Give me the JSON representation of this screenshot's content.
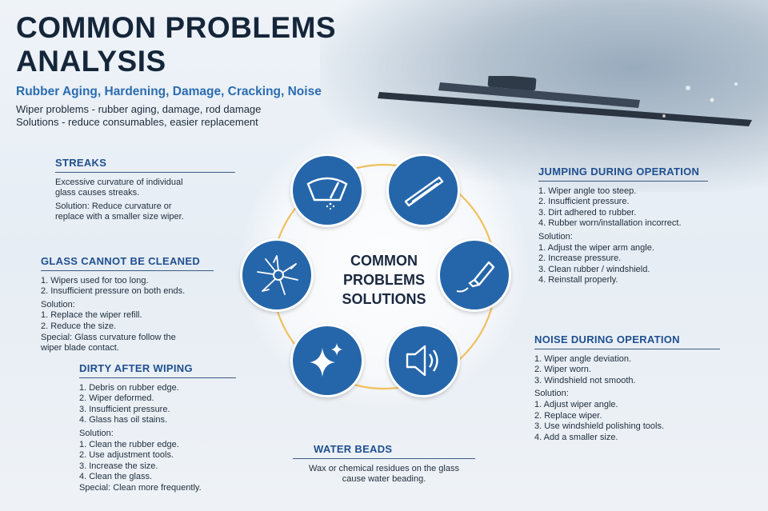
{
  "header": {
    "title_line1": "COMMON PROBLEMS",
    "title_line2": "ANALYSIS",
    "subtitle": "Rubber Aging, Hardening, Damage, Cracking, Noise",
    "intro_line1": "Wiper problems - rubber aging, damage, rod damage",
    "intro_line2": "Solutions - reduce consumables, easier replacement"
  },
  "center": {
    "line1": "COMMON",
    "line2": "PROBLEMS",
    "line3": "SOLUTIONS"
  },
  "icons": [
    "wiper-spray-icon",
    "wiper-blade-icon",
    "glue-tube-icon",
    "speaker-sound-icon",
    "sparkle-icon",
    "cracked-glass-icon"
  ],
  "streaks": {
    "heading": "STREAKS",
    "p1a": "Excessive curvature of individual",
    "p1b": "glass causes streaks.",
    "p2a": "Solution: Reduce curvature or",
    "p2b": "replace with a smaller size wiper."
  },
  "glass": {
    "heading": "GLASS CANNOT BE CLEANED",
    "l1": "1. Wipers used for too long.",
    "l2": "2. Insufficient pressure on both ends.",
    "sol": "Solution:",
    "s1": "1. Replace the wiper refill.",
    "s2": "2. Reduce the size.",
    "s3a": "Special: Glass curvature follow the",
    "s3b": "wiper blade contact."
  },
  "dirty": {
    "heading": "DIRTY AFTER WIPING",
    "l1": "1. Debris on rubber edge.",
    "l2": "2. Wiper deformed.",
    "l3": "3. Insufficient pressure.",
    "l4": "4. Glass has oil stains.",
    "sol": "Solution:",
    "s1": "1. Clean the rubber edge.",
    "s2": "2. Use adjustment tools.",
    "s3": "3. Increase the size.",
    "s4": "4. Clean the glass.",
    "s5": "Special: Clean more frequently."
  },
  "jumping": {
    "heading": "JUMPING DURING OPERATION",
    "l1": "1. Wiper angle too steep.",
    "l2": "2. Insufficient pressure.",
    "l3": "3. Dirt adhered to rubber.",
    "l4": "4. Rubber worn/installation incorrect.",
    "sol": "Solution:",
    "s1": "1. Adjust the wiper arm angle.",
    "s2": "2. Increase pressure.",
    "s3": "3. Clean rubber / windshield.",
    "s4": "4. Reinstall properly."
  },
  "noise": {
    "heading": "NOISE DURING OPERATION",
    "l1": "1. Wiper angle deviation.",
    "l2": "2. Wiper worn.",
    "l3": "3. Windshield not smooth.",
    "sol": "Solution:",
    "s1": "1. Adjust wiper angle.",
    "s2": "2. Replace wiper.",
    "s3": "3. Use windshield polishing tools.",
    "s4": "4. Add a smaller size."
  },
  "water": {
    "heading": "WATER BEADS",
    "l1": "Wax or chemical residues on the glass",
    "l2": "cause water beading."
  },
  "colors": {
    "accent": "#2566aa",
    "heading": "#1f4f8f",
    "ring": "#f0c060"
  }
}
